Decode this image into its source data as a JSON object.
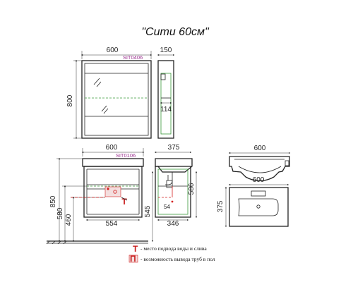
{
  "title": "\"Сити 60см\"",
  "mirror": {
    "code": "SIT0406",
    "width": "600",
    "height": "800",
    "depth": "150",
    "shelf_depth": "114"
  },
  "cabinet": {
    "code": "SIT0106",
    "width": "600",
    "inner_width": "554",
    "depth": "375",
    "inner_depth": "346",
    "height_total": "850",
    "height_580": "580",
    "height_460": "460",
    "height_586": "586",
    "height_545": "545",
    "inner_54": "54",
    "marker_t": "T"
  },
  "basin": {
    "width_top": "600",
    "width_plan": "600",
    "depth": "375"
  },
  "legend": {
    "t_symbol": "Т",
    "t_text": "- место подвода воды и слива",
    "p_symbol": "П",
    "p_text": "- возможность вывода труб в пол"
  },
  "colors": {
    "green": "#3a9a3a",
    "red": "#d42020",
    "code_purple": "#9b2f8f"
  }
}
